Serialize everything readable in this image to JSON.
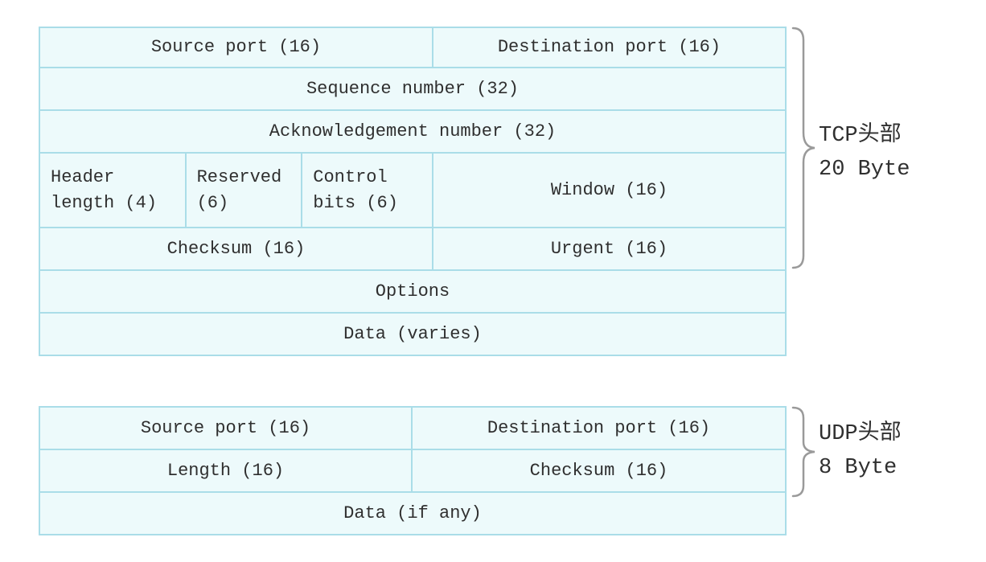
{
  "tcp": {
    "rows": [
      [
        "Source port (16)",
        "Destination port (16)"
      ],
      [
        "Sequence number (32)"
      ],
      [
        "Acknowledgement number (32)"
      ],
      [
        "Header length (4)",
        "Reserved (6)",
        "Control bits (6)",
        "Window (16)"
      ],
      [
        "Checksum (16)",
        "Urgent (16)"
      ],
      [
        "Options"
      ],
      [
        "Data (varies)"
      ]
    ],
    "brace_label": {
      "line1": "TCP头部",
      "line2": "20 Byte"
    }
  },
  "udp": {
    "rows": [
      [
        "Source port (16)",
        "Destination port (16)"
      ],
      [
        "Length (16)",
        "Checksum (16)"
      ],
      [
        "Data (if any)"
      ]
    ],
    "brace_label": {
      "line1": "UDP头部",
      "line2": "8 Byte"
    }
  },
  "colors": {
    "cell_fill": "#edfafb",
    "cell_border": "#aadde8",
    "text": "#2f2f2f",
    "brace": "#9a9a9a"
  }
}
